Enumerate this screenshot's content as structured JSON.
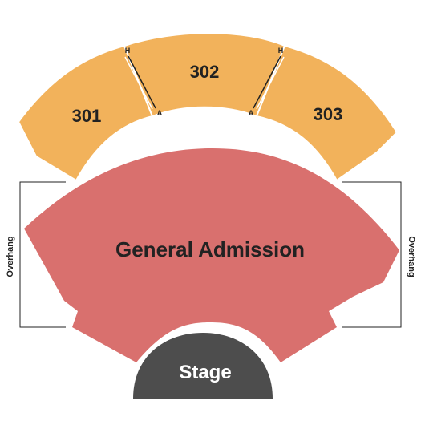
{
  "colors": {
    "upper_sections": "#f2b25b",
    "general_admission": "#d9706e",
    "stage": "#4d4d4d",
    "outline": "#222222",
    "background": "#ffffff"
  },
  "sections": {
    "s301": {
      "label": "301"
    },
    "s302": {
      "label": "302"
    },
    "s303": {
      "label": "303"
    },
    "ga": {
      "label": "General Admission"
    }
  },
  "row_markers": {
    "left_top": "H",
    "left_bottom": "A",
    "right_top": "H",
    "right_bottom": "A"
  },
  "stage": {
    "label": "Stage"
  },
  "overhang": {
    "left": "Overhang",
    "right": "Overhang"
  }
}
